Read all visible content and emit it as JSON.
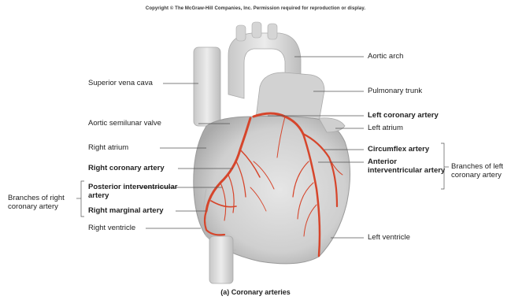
{
  "copyright": "Copyright © The McGraw-Hill Companies, Inc. Permission required for reproduction or display.",
  "caption": "(a) Coronary arteries",
  "colors": {
    "artery": "#d6452b",
    "heart": "#d9d9d9",
    "heart_shadow": "#a8a8a8",
    "leader_line": "#555555"
  },
  "labels": {
    "aortic_arch": "Aortic arch",
    "superior_vena_cava": "Superior vena cava",
    "pulmonary_trunk": "Pulmonary trunk",
    "left_coronary_artery": "Left coronary artery",
    "aortic_semilunar_valve": "Aortic semilunar valve",
    "left_atrium": "Left atrium",
    "right_atrium": "Right atrium",
    "circumflex_artery": "Circumflex artery",
    "anterior_interventricular_artery": "Anterior interventricular artery",
    "right_coronary_artery": "Right coronary artery",
    "posterior_interventricular_artery": "Posterior interventricular artery",
    "branches_of_right_coronary_artery": "Branches of right coronary artery",
    "right_marginal_artery": "Right marginal artery",
    "right_ventricle": "Right ventricle",
    "branches_of_left_coronary_artery": "Branches of left coronary artery",
    "left_ventricle": "Left ventricle"
  }
}
